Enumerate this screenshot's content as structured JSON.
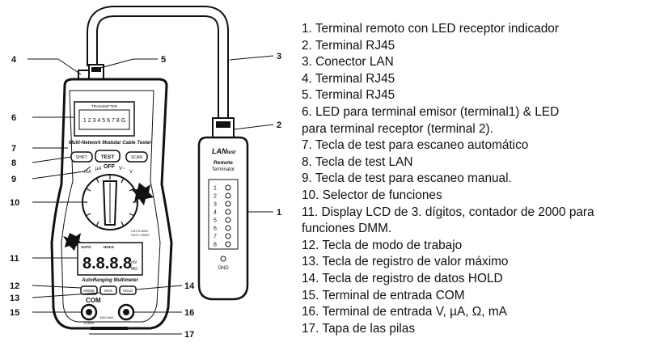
{
  "legend": [
    "1. Terminal remoto con LED receptor indicador",
    "2. Terminal RJ45",
    "3. Conector LAN",
    "4. Terminal RJ45",
    "5. Terminal RJ45",
    "6. LED para terminal emisor (terminal1) & LED",
    "para terminal receptor (terminal 2).",
    "7. Tecla de test para escaneo automático",
    "8. Tecla de test LAN",
    "9. Tecla de test para escaneo manual.",
    "10. Selector de funciones",
    "11. Display LCD de 3. dígitos, contador de 2000 para",
    "funciones DMM.",
    "12. Tecla de modo de trabajo",
    "13. Tecla de registro de valor máximo",
    "14. Tecla de registro de datos HOLD",
    "15. Terminal de entrada COM",
    "16. Terminal de entrada V, µA, Ω, mA",
    "17. Tapa de las pilas"
  ],
  "callouts": {
    "c1": "1",
    "c2": "2",
    "c3": "3",
    "c4": "4",
    "c5": "5",
    "c6": "6",
    "c7": "7",
    "c8": "8",
    "c9": "9",
    "c10": "10",
    "c11": "11",
    "c12": "12",
    "c13": "13",
    "c14": "14",
    "c15": "15",
    "c16": "16",
    "c17": "17"
  },
  "device": {
    "transmitter_label": "TRANSMITTER",
    "led_digits": "1 2 3 4 5 6 7 8 G",
    "model": "Multi-Network Modular Cable Tester",
    "btn_shift": "SHIFT",
    "btn_test": "TEST",
    "btn_scan": "SCAN",
    "mode_ma": "mA",
    "mode_ua": "µA",
    "mode_off": "OFF",
    "mode_vac": "V~",
    "mode_vdc": "V",
    "lcd_digits": "8.8.8.8",
    "lcd_auto": "AUTO",
    "lcd_hold": "HOLD",
    "lcd_unit_mv": "mV",
    "lcd_unit_mo": "MΩ",
    "cat_text_1": "CAT III 600V",
    "cat_text_2": "CAT II 1000V",
    "subtitle": "AutoRanging Multimeter",
    "btn_mode": "MODE",
    "btn_max": "MAX",
    "btn_hold": "HOLD",
    "com_label": "COM",
    "fuse_label": "FUSED",
    "max_label": "600V MAX"
  },
  "remote": {
    "brand_big": "LAN",
    "brand_small": "test",
    "title_line1": "Remote",
    "title_line2": "Terminator",
    "led_labels": [
      "1",
      "2",
      "3",
      "4",
      "5",
      "6",
      "7",
      "8"
    ],
    "gnd_label": "GND"
  }
}
